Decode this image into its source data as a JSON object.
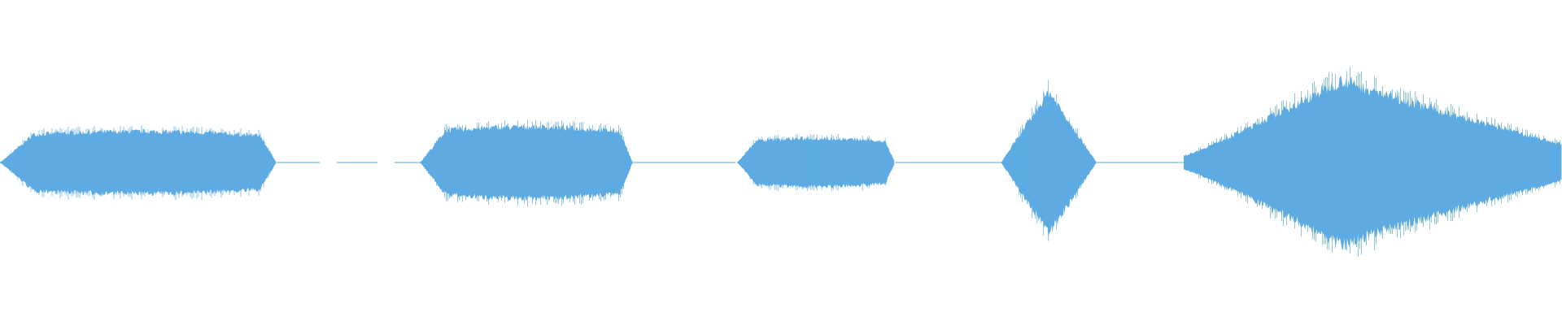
{
  "waveform": {
    "color": "#5dabe2",
    "background": "#ffffff",
    "segments": [
      {
        "name": "burst-1",
        "start": 0.0,
        "end": 0.177,
        "peak": 0.27,
        "shape": "plateau"
      },
      {
        "name": "burst-2",
        "start": 0.269,
        "end": 0.405,
        "peak": 0.31,
        "shape": "plateau"
      },
      {
        "name": "burst-3",
        "start": 0.472,
        "end": 0.573,
        "peak": 0.21,
        "shape": "plateau"
      },
      {
        "name": "burst-4",
        "start": 0.641,
        "end": 0.702,
        "peak": 0.62,
        "shape": "diamond"
      },
      {
        "name": "burst-5",
        "start": 0.758,
        "end": 1.0,
        "peak": 0.72,
        "shape": "swell"
      }
    ],
    "gaps": [
      {
        "start": 0.177,
        "end": 0.269
      },
      {
        "start": 0.405,
        "end": 0.472
      },
      {
        "start": 0.573,
        "end": 0.641
      },
      {
        "start": 0.702,
        "end": 0.758
      }
    ]
  }
}
